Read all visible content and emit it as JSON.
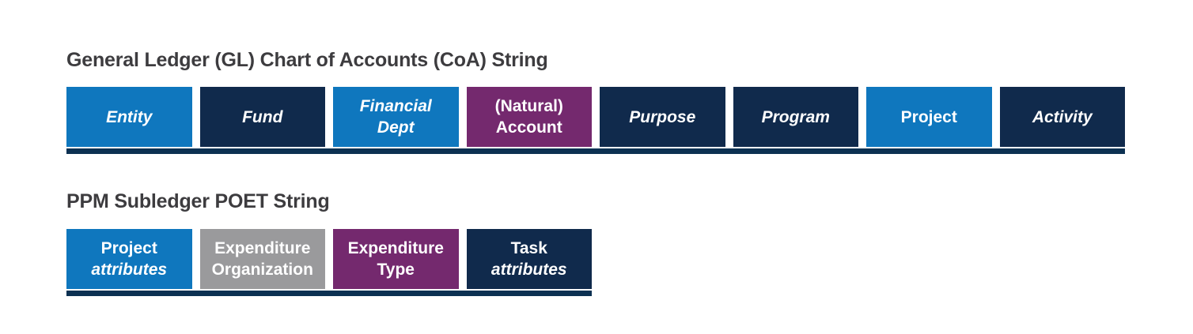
{
  "colors": {
    "blue": "#0f77be",
    "navy": "#102a4c",
    "purple": "#74296e",
    "gray": "#9a9a9c",
    "underline_bar": "#0c3152",
    "title_text": "#3d3c3f",
    "box_text": "#ffffff",
    "background": "#ffffff"
  },
  "sections": [
    {
      "title": "General Ledger (GL) Chart of Accounts (CoA) String",
      "boxes": [
        {
          "lines": [
            "Entity"
          ],
          "color_key": "blue",
          "italic": true
        },
        {
          "lines": [
            "Fund"
          ],
          "color_key": "navy",
          "italic": true
        },
        {
          "lines": [
            "Financial",
            "Dept"
          ],
          "color_key": "blue",
          "italic": true
        },
        {
          "lines": [
            "(Natural)",
            "Account"
          ],
          "color_key": "purple",
          "italic": false
        },
        {
          "lines": [
            "Purpose"
          ],
          "color_key": "navy",
          "italic": true
        },
        {
          "lines": [
            "Program"
          ],
          "color_key": "navy",
          "italic": true
        },
        {
          "lines": [
            "Project"
          ],
          "color_key": "blue",
          "italic": false
        },
        {
          "lines": [
            "Activity"
          ],
          "color_key": "navy",
          "italic": true
        }
      ]
    },
    {
      "title": "PPM Subledger POET String",
      "boxes": [
        {
          "lines": [
            "Project",
            "attributes"
          ],
          "color_key": "blue",
          "italic_lines": [
            1
          ]
        },
        {
          "lines": [
            "Expenditure",
            "Organization"
          ],
          "color_key": "gray",
          "italic_lines": []
        },
        {
          "lines": [
            "Expenditure",
            "Type"
          ],
          "color_key": "purple",
          "italic_lines": []
        },
        {
          "lines": [
            "Task",
            "attributes"
          ],
          "color_key": "navy",
          "italic_lines": [
            1
          ]
        }
      ]
    }
  ]
}
